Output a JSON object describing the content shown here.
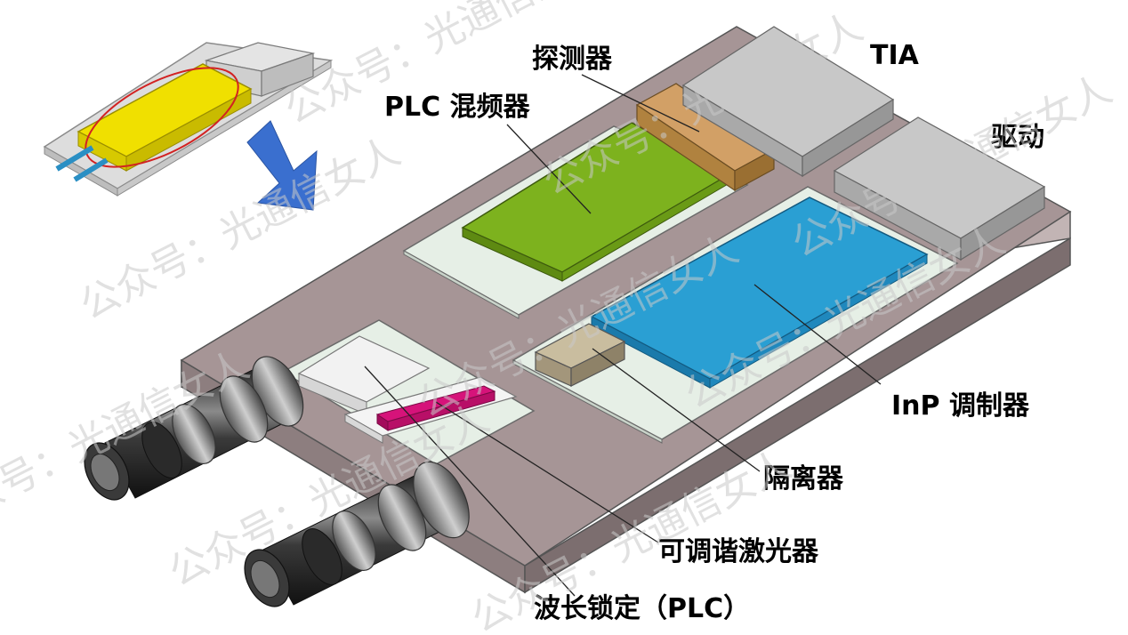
{
  "labels": {
    "detector": "探测器",
    "tia": "TIA",
    "plc_mixer": "PLC 混频器",
    "driver": "驱动",
    "inp_modulator": "InP 调制器",
    "isolator": "隔离器",
    "tunable_laser": "可调谐激光器",
    "wavelength_lock": "波长锁定（PLC）"
  },
  "watermark": "公众号：光通信女人",
  "colors": {
    "substrate_top": "#a69596",
    "substrate_side": "#8d7e7f",
    "green_chip": "#7db21e",
    "blue_chip": "#2a9fd3",
    "yellow_chip": "#f0e000",
    "magenta_chip": "#d6137a",
    "isolator": "#b3a68a",
    "detector": "#c8935a",
    "grey_chip": "#b9b9b9",
    "arrow": "#3a6fcf"
  }
}
